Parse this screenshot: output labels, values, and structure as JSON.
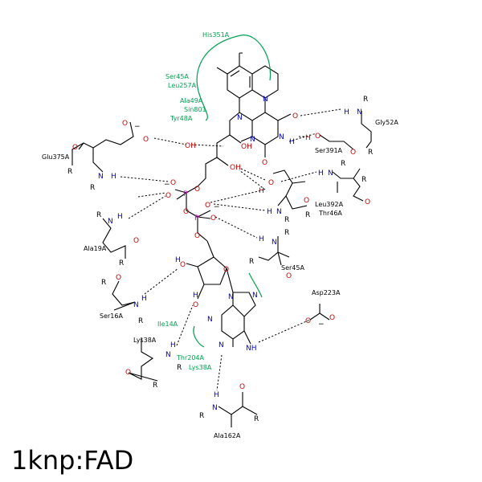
{
  "title": "1knp:FAD",
  "colors": {
    "carbon": "#000000",
    "nitrogen": "#0000cc",
    "oxygen": "#cc0000",
    "phosphorus": "#cc00cc",
    "hydrophobic": "#00a050"
  },
  "hydrophobic_labels": [
    "His351A",
    "Ser45A",
    "Leu257A",
    "Ala49A",
    "Sin801",
    "Tyr48A",
    "Ile14A",
    "Thr204A",
    "Lys38A"
  ],
  "residue_labels": [
    "Glu375A",
    "Gly52A",
    "Ser391A",
    "Leu392A",
    "Thr46A",
    "Ala19A",
    "Ser45A",
    "Ser16A",
    "Asp223A",
    "Lys38A",
    "Ala162A"
  ],
  "atom_symbols": {
    "N": "N",
    "O": "O",
    "H": "H",
    "P": "P",
    "R": "R",
    "OH": "OH",
    "NH": "NH",
    "minus": "−"
  }
}
